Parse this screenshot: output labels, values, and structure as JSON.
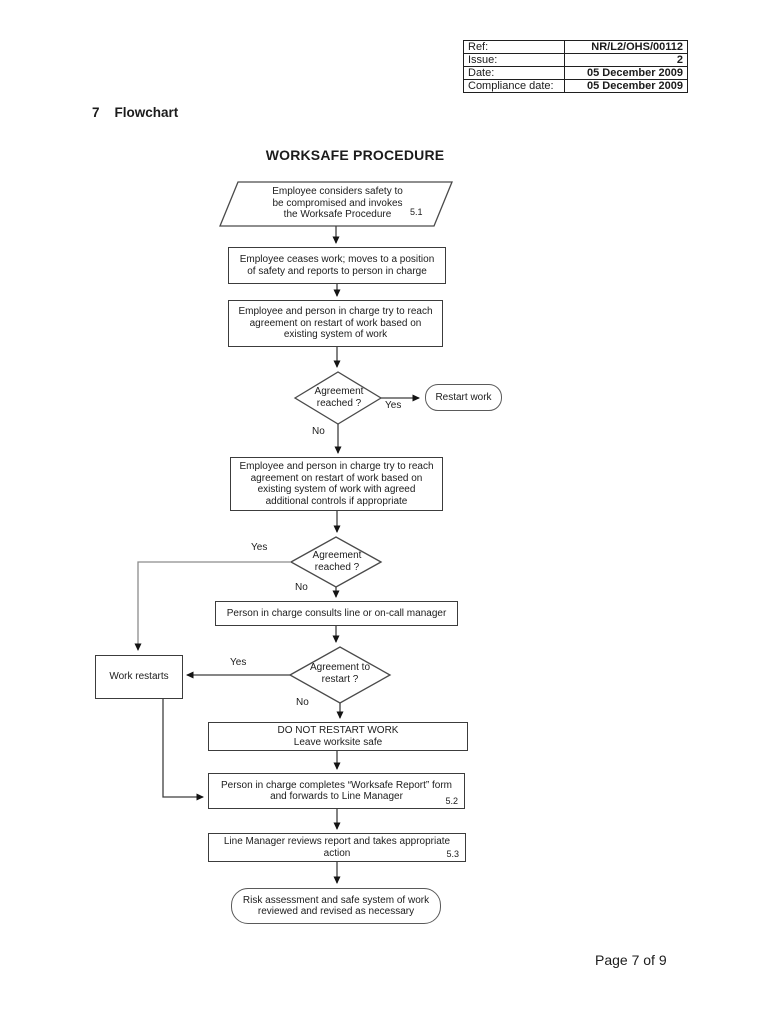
{
  "document": {
    "section_number": "7",
    "section_title": "Flowchart",
    "footer": "Page 7 of 9"
  },
  "ref_table": {
    "rows": [
      {
        "label": "Ref:",
        "value": "NR/L2/OHS/00112"
      },
      {
        "label": "Issue:",
        "value": "2"
      },
      {
        "label": "Date:",
        "value": "05 December 2009"
      },
      {
        "label": "Compliance date:",
        "value": "05 December 2009"
      }
    ]
  },
  "flowchart": {
    "title": "WORKSAFE PROCEDURE",
    "nodes": {
      "start": {
        "shape": "parallelogram",
        "lines": [
          "Employee considers safety to",
          "be compromised and invokes",
          "the Worksafe Procedure"
        ],
        "ref": "5.1"
      },
      "cease_work": {
        "shape": "rect",
        "lines": [
          "Employee ceases work; moves to a position",
          "of safety and reports to person in charge"
        ]
      },
      "try_agreement_1": {
        "shape": "rect",
        "lines": [
          "Employee and person in charge try to reach",
          "agreement on restart of work based on",
          "existing system of work"
        ]
      },
      "decision_1": {
        "shape": "diamond",
        "lines": [
          "Agreement",
          "reached ?"
        ]
      },
      "restart_work": {
        "shape": "terminator",
        "label": "Restart work"
      },
      "try_agreement_2": {
        "shape": "rect",
        "lines": [
          "Employee and person in charge try to reach",
          "agreement on restart of work based on",
          "existing system of work with agreed",
          "additional controls if appropriate"
        ]
      },
      "decision_2": {
        "shape": "diamond",
        "lines": [
          "Agreement",
          "reached ?"
        ]
      },
      "consult_manager": {
        "shape": "rect",
        "label": "Person in charge consults line or on-call manager"
      },
      "decision_3": {
        "shape": "diamond",
        "lines": [
          "Agreement to",
          "restart ?"
        ]
      },
      "work_restarts": {
        "shape": "rect",
        "label": "Work restarts"
      },
      "do_not_restart": {
        "shape": "rect",
        "lines": [
          "DO NOT RESTART WORK",
          "Leave worksite safe"
        ]
      },
      "worksafe_report": {
        "shape": "rect",
        "lines": [
          "Person in charge completes “Worksafe Report” form",
          "and forwards to Line Manager"
        ],
        "ref": "5.2"
      },
      "line_manager_review": {
        "shape": "rect",
        "lines": [
          "Line Manager reviews report and takes appropriate",
          "action"
        ],
        "ref": "5.3"
      },
      "risk_assessment": {
        "shape": "terminator",
        "lines": [
          "Risk assessment and safe system of work",
          "reviewed and revised as necessary"
        ]
      }
    },
    "edge_labels": {
      "d1_yes": "Yes",
      "d1_no": "No",
      "d2_yes": "Yes",
      "d2_no": "No",
      "d3_yes": "Yes",
      "d3_no": "No"
    }
  }
}
